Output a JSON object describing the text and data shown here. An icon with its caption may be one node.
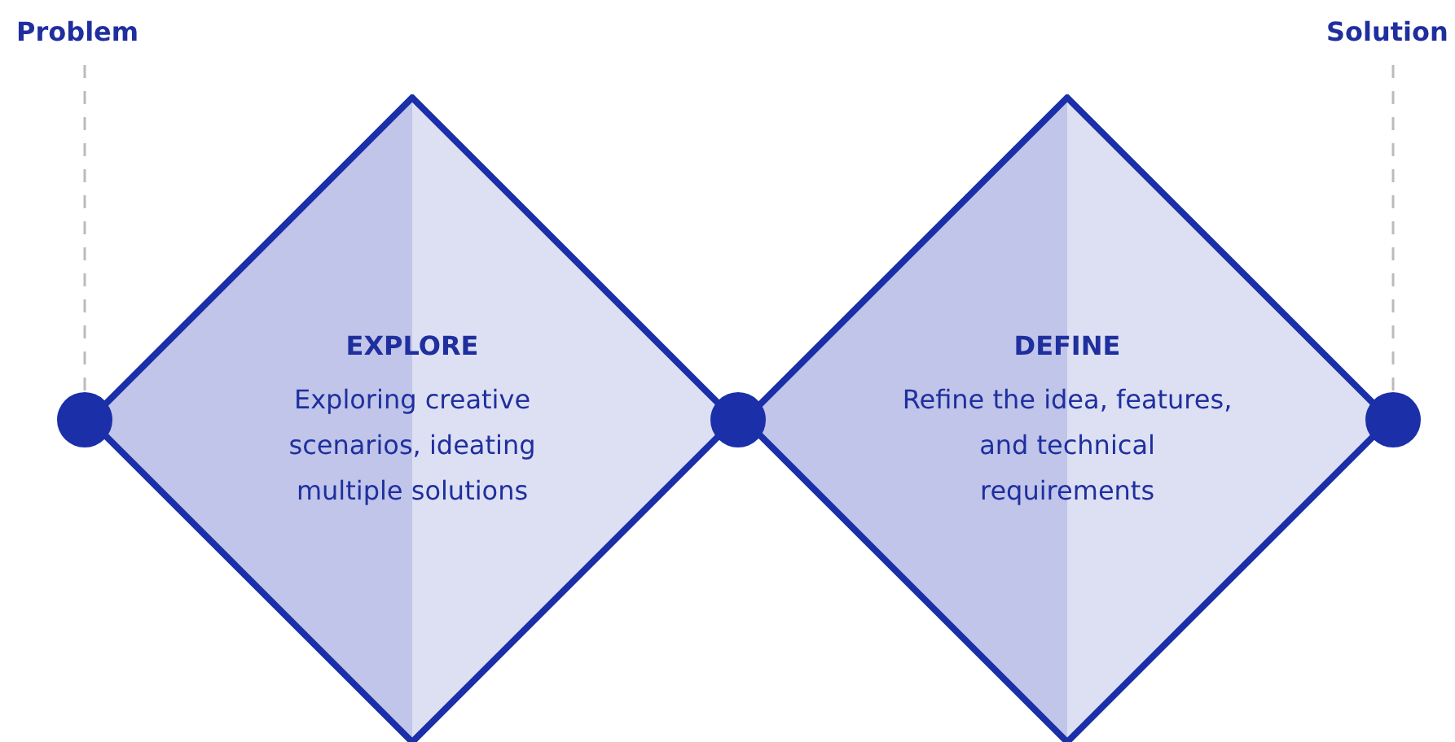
{
  "diagram": {
    "nodes": [
      {
        "text": [
          "Problem"
        ]
      },
      {
        "text": [
          "Solution"
        ]
      },
      {
        "text": [],
        "shape": "circle"
      },
      {
        "text": [
          "EXPLORE",
          "Exploring creative scenarios, ideating multiple solutions"
        ]
      },
      {
        "text": [],
        "shape": "circle"
      },
      {
        "text": [
          "DEFINE",
          "Refine the idea, features, and technical requirements"
        ]
      },
      {
        "text": [],
        "shape": "circle"
      }
    ],
    "edges": [
      {
        "from": 0,
        "to": 2,
        "arrow": "none",
        "style": "dashed",
        "color": "#bbbbbb"
      },
      {
        "from": 1,
        "to": 6,
        "arrow": "none",
        "style": "dashed",
        "color": "#bbbbbb"
      }
    ]
  }
}
